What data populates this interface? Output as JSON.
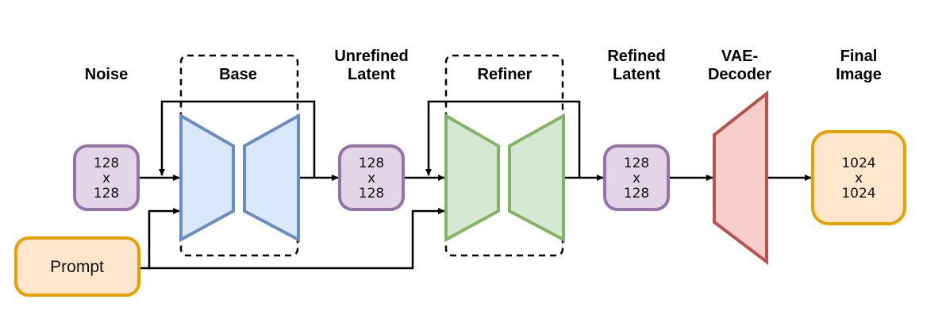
{
  "labels": {
    "noise": "Noise",
    "base": "Base",
    "unrefined_1": "Unrefined",
    "unrefined_2": "Latent",
    "refiner": "Refiner",
    "refined_1": "Refined",
    "refined_2": "Latent",
    "vae_1": "VAE-",
    "vae_2": "Decoder",
    "final_1": "Final",
    "final_2": "Image"
  },
  "boxes": {
    "noise": [
      "128",
      "x",
      "128"
    ],
    "unrefined": [
      "128",
      "x",
      "128"
    ],
    "refined": [
      "128",
      "x",
      "128"
    ],
    "final": [
      "1024",
      "x",
      "1024"
    ],
    "prompt": "Prompt"
  },
  "colors": {
    "latent_fill": "#e1d5e7",
    "latent_stroke": "#9673a6",
    "base_fill": "#dae8fc",
    "base_stroke": "#6c8ebf",
    "refiner_fill": "#d5e8d4",
    "refiner_stroke": "#82b366",
    "vae_fill": "#f8cecc",
    "vae_stroke": "#b85450",
    "io_fill": "#ffe6cc",
    "io_stroke": "#e6a000"
  }
}
